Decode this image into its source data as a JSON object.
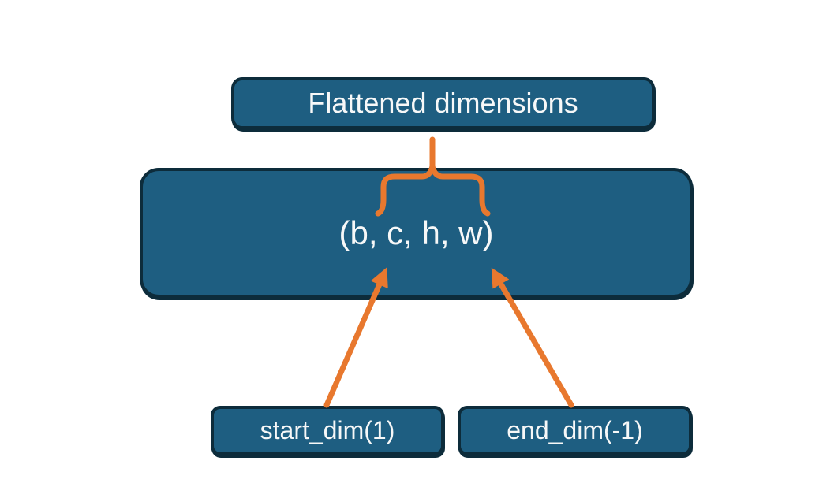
{
  "diagram": {
    "top_box": {
      "label": "Flattened dimensions"
    },
    "main_box": {
      "label": "(b, c, h, w)"
    },
    "bottom_left_box": {
      "label": "start_dim(1)"
    },
    "bottom_right_box": {
      "label": "end_dim(-1)"
    },
    "connectors": {
      "brace": "curly-brace-opening-down",
      "left_arrow": "arrow-from-start-dim-to-c",
      "right_arrow": "arrow-from-end-dim-to-w"
    },
    "colors": {
      "background": "#ffffff",
      "box_fill": "#1e5e81",
      "box_border": "#0d2c3b",
      "text": "#f7f8f8",
      "accent_orange": "#e8782e"
    }
  }
}
